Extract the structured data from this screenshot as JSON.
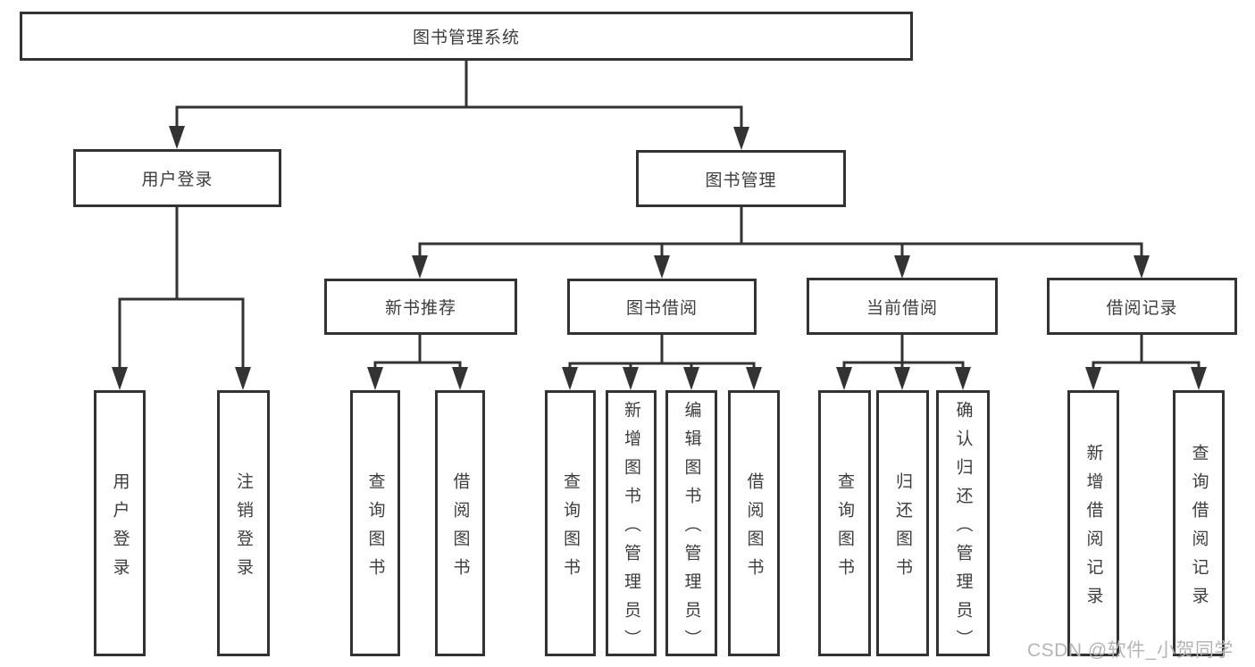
{
  "diagram": {
    "title": "图书管理系统",
    "user_login": {
      "label": "用户登录",
      "children": [
        "用户登录",
        "注销登录"
      ]
    },
    "book_management": {
      "label": "图书管理",
      "sections": [
        {
          "label": "新书推荐",
          "children": [
            "查询图书",
            "借阅图书"
          ]
        },
        {
          "label": "图书借阅",
          "children": [
            "查询图书",
            "新增图书（管理员）",
            "编辑图书（管理员）",
            "借阅图书"
          ]
        },
        {
          "label": "当前借阅",
          "children": [
            "查询图书",
            "归还图书",
            "确认归还（管理员）"
          ]
        },
        {
          "label": "借阅记录",
          "children": [
            "新增借阅记录",
            "查询借阅记录"
          ]
        }
      ]
    }
  },
  "watermark": "CSDN @软件_小贺同学",
  "colors": {
    "line": "#333333",
    "box_border": "#333333",
    "box_fill": "#ffffff",
    "text": "#3d3d3d",
    "watermark": "#b5b5b5"
  }
}
